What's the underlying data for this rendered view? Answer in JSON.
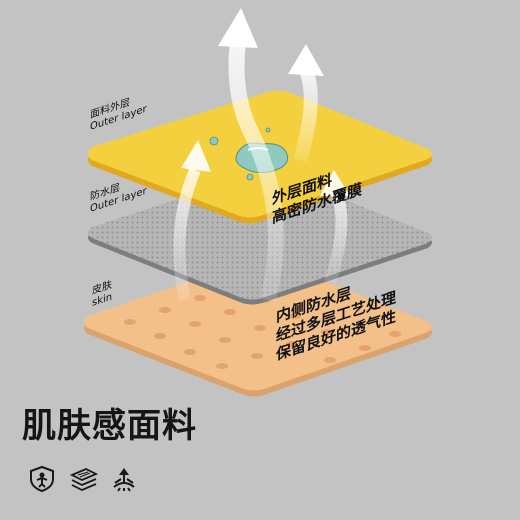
{
  "layers": {
    "outer": {
      "name_zh": "面料外层",
      "name_en": "Outer layer",
      "caption": [
        "外层面料",
        "高密防水覆膜"
      ],
      "color": "#f4d03f"
    },
    "waterproof": {
      "name_zh": "防水层",
      "name_en": "Outer layer",
      "color": "#a9a9a9"
    },
    "skin": {
      "name_zh": "皮肤",
      "name_en": "skin",
      "caption": [
        "内侧防水层",
        "经过多层工艺处理",
        "保留良好的透气性"
      ],
      "color": "#f3c08a"
    }
  },
  "title": "肌肤感面料",
  "icons": [
    "person-shield-icon",
    "layers-icon",
    "breathable-icon"
  ],
  "colors": {
    "background": "#c3c3c3",
    "yellow": "#f4d03f",
    "skin": "#f3c08a"
  }
}
